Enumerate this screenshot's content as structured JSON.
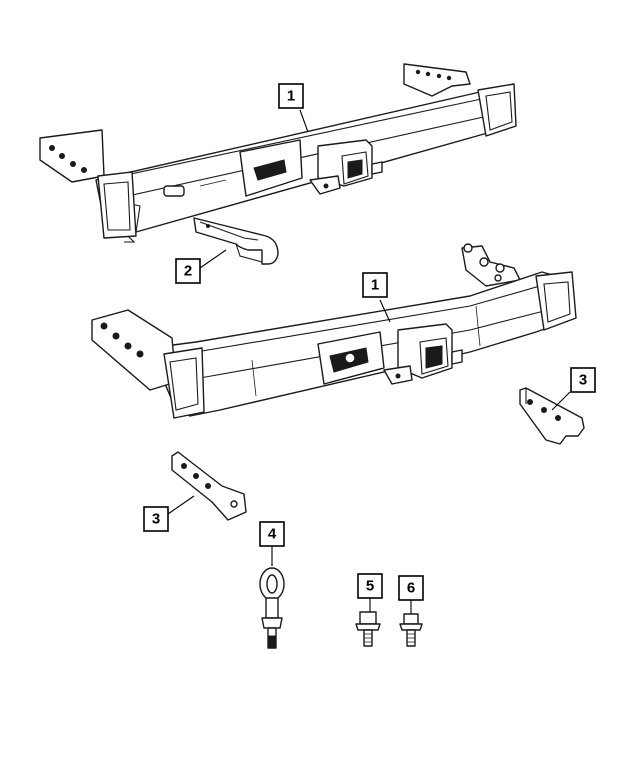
{
  "callouts": [
    {
      "id": "c1a",
      "label": "1"
    },
    {
      "id": "c2",
      "label": "2"
    },
    {
      "id": "c1b",
      "label": "1"
    },
    {
      "id": "c3a",
      "label": "3"
    },
    {
      "id": "c3b",
      "label": "3"
    },
    {
      "id": "c4",
      "label": "4"
    },
    {
      "id": "c5",
      "label": "5"
    },
    {
      "id": "c6",
      "label": "6"
    }
  ]
}
